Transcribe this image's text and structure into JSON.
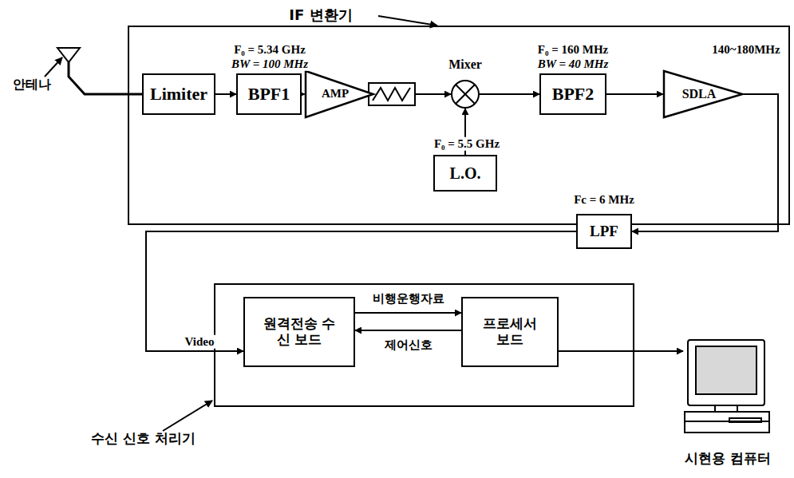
{
  "diagram": {
    "nodes": [
      {
        "text": [
          "IF 변환기"
        ]
      },
      {
        "text": [
          "Limiter"
        ],
        "in": 0
      },
      {
        "text": [
          "BPF1"
        ],
        "in": 0
      },
      {
        "text": [
          "AMP"
        ],
        "in": 0
      },
      {
        "text": [
          "Mixer"
        ],
        "in": 0
      },
      {
        "text": [
          "L.O."
        ],
        "in": 0
      },
      {
        "text": [
          "BPF2"
        ],
        "in": 0
      },
      {
        "text": [
          "SDLA"
        ],
        "in": 0
      },
      {
        "text": [
          "LPF"
        ],
        "in": 0
      },
      {
        "text": [
          "수신 신호 처리기"
        ]
      },
      {
        "text": [
          "원격전송 수신 보드"
        ],
        "in": 9
      },
      {
        "text": [
          "프로세서 보드"
        ],
        "in": 9
      },
      {
        "text": [
          "시현용 컴퓨터"
        ]
      }
    ],
    "edges": [
      {
        "from": 1,
        "to": 2,
        "arrow": "to"
      },
      {
        "from": 2,
        "to": 3,
        "arrow": "to"
      },
      {
        "from": 3,
        "to": 4,
        "arrow": "to"
      },
      {
        "from": 5,
        "to": 4,
        "arrow": "to"
      },
      {
        "from": 4,
        "to": 6,
        "arrow": "to"
      },
      {
        "from": 6,
        "to": 7,
        "arrow": "to"
      },
      {
        "from": 7,
        "to": 8,
        "arrow": "to"
      },
      {
        "from": 8,
        "to": 10,
        "label": "Video",
        "arrow": "to"
      },
      {
        "from": 10,
        "to": 11,
        "label": "비행운행자료",
        "arrow": "to"
      },
      {
        "from": 11,
        "to": 10,
        "label": "제어신호",
        "arrow": "to"
      },
      {
        "from": 11,
        "to": 12,
        "arrow": "to"
      }
    ],
    "labels": [
      "안테나",
      "F₀ = 5.34 GHz",
      "BW = 100 MHz",
      "F₀ = 5.5 GHz",
      "F₀ = 160 MHz",
      "BW = 40 MHz",
      "140~180MHz",
      "Fc = 6 MHz"
    ]
  }
}
